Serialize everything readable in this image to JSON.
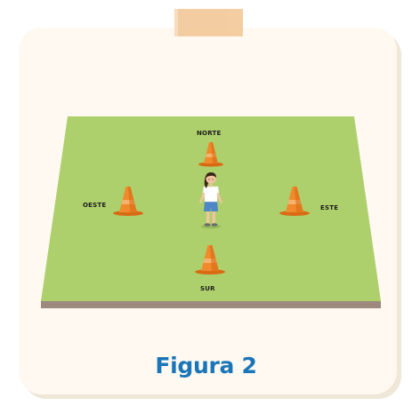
{
  "labels": {
    "north": "NORTE",
    "south": "SUR",
    "east": "ESTE",
    "west": "OESTE"
  },
  "caption": "Figura 2",
  "colors": {
    "field": "#aed06c",
    "field_edge": "#9c8a7e",
    "cone": "#f08a2c",
    "cone_dark": "#d96a14",
    "card": "#fff9f1",
    "tape": "#f3c99a",
    "caption": "#1a76b8"
  }
}
